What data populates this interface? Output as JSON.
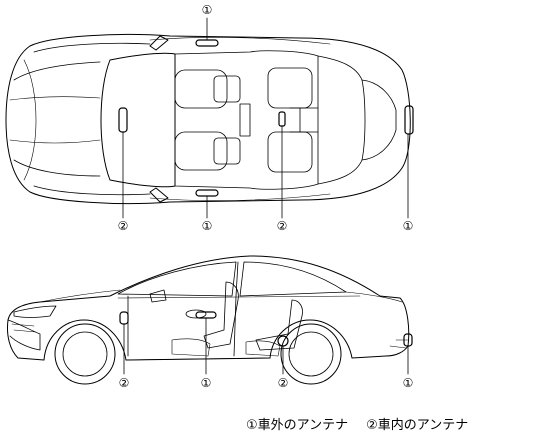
{
  "callouts": {
    "exterior_marker": "①",
    "interior_marker": "②"
  },
  "legend": {
    "exterior": "①車外のアンテナ",
    "interior": "②車内のアンテナ"
  },
  "colors": {
    "line": "#000000",
    "background": "#ffffff"
  }
}
